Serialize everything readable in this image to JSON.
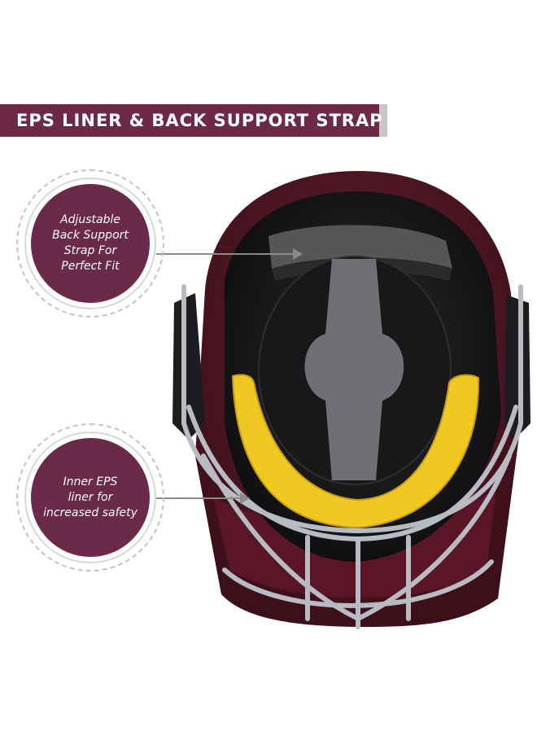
{
  "banner": {
    "title": "EPS LINER & BACK SUPPORT STRAP"
  },
  "callouts": [
    {
      "text": "Adjustable\nBack Support\nStrap For\nPerfect Fit"
    },
    {
      "text": "Inner EPS\nliner for\nincreased safety"
    }
  ],
  "colors": {
    "maroon": "#6e2a45",
    "helmet_shell": "#5a1a2a",
    "padding_black": "#1b1b1d",
    "yellow_liner": "#f0c822",
    "grey_pad": "#6d6d70",
    "grille_steel": "#b8bcc2"
  }
}
